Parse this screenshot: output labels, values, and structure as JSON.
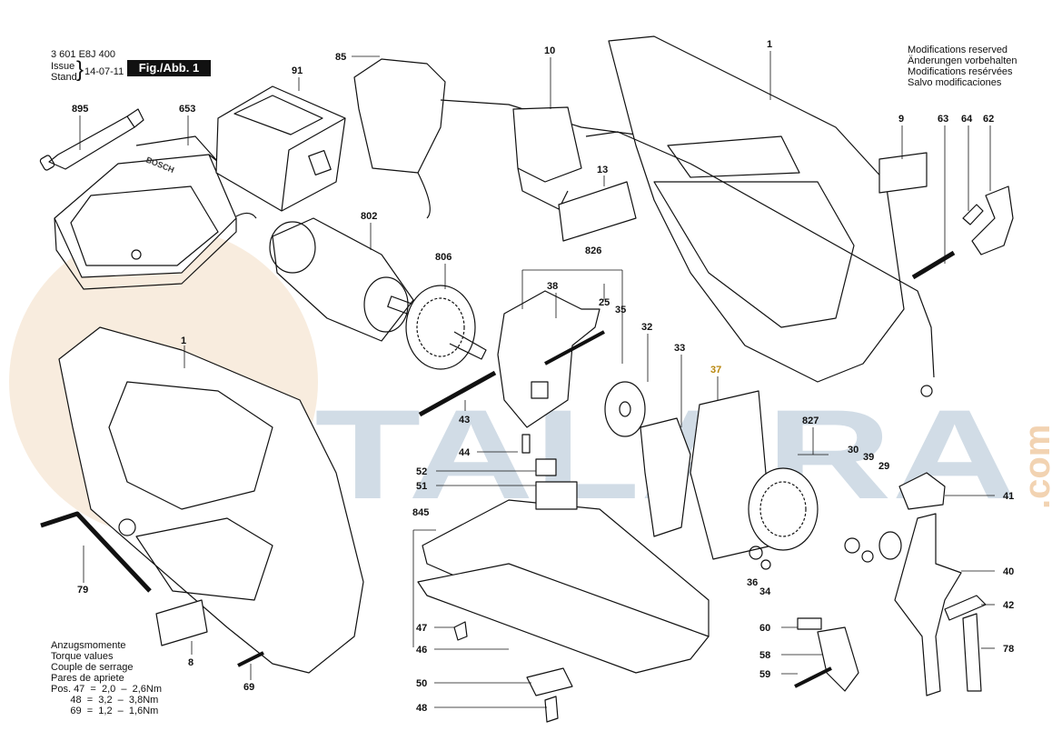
{
  "header": {
    "part_number": "3 601 E8J 400",
    "issue_label": "Issue",
    "stand_label": "Stand",
    "issue_date": "14-07-11",
    "figure_label": "Fig./Abb. 1"
  },
  "modifications": [
    "Modifications reserved",
    "Änderungen vorbehalten",
    "Modifications resérvées",
    "Salvo modificaciones"
  ],
  "torque": {
    "lines": [
      "Anzugsmomente",
      "Torque values",
      "Couple de serrage",
      "Pares de apriete",
      "Pos. 47  =  2,0  –  2,6Nm",
      "       48  =  3,2  –  3,8Nm",
      "       69  =  1,2  –  1,6Nm"
    ]
  },
  "watermark": {
    "text": "USTALARA",
    "suffix": ".com",
    "colors": {
      "letters": "#9bb3c9",
      "disc": "#f3dcc3"
    }
  },
  "part_labels": {
    "p1_housing_right": "1",
    "p1_housing_left": "1",
    "p8": "8",
    "p9": "9",
    "p10": "10",
    "p13": "13",
    "p25": "25",
    "p29": "29",
    "p30": "30",
    "p32": "32",
    "p33": "33",
    "p34": "34",
    "p35": "35",
    "p36": "36",
    "p37": "37",
    "p38": "38",
    "p39": "39",
    "p40": "40",
    "p41": "41",
    "p42": "42",
    "p43": "43",
    "p44": "44",
    "p46": "46",
    "p47": "47",
    "p48": "48",
    "p50": "50",
    "p51": "51",
    "p52": "52",
    "p58": "58",
    "p59": "59",
    "p60": "60",
    "p62": "62",
    "p63": "63",
    "p64": "64",
    "p69": "69",
    "p78": "78",
    "p79": "79",
    "p85": "85",
    "p91": "91",
    "p653": "653",
    "p802": "802",
    "p806": "806",
    "p826": "826",
    "p827": "827",
    "p845": "845",
    "p895": "895"
  },
  "accent_label_color": "#b8860b",
  "brand_print": "BOSCH"
}
